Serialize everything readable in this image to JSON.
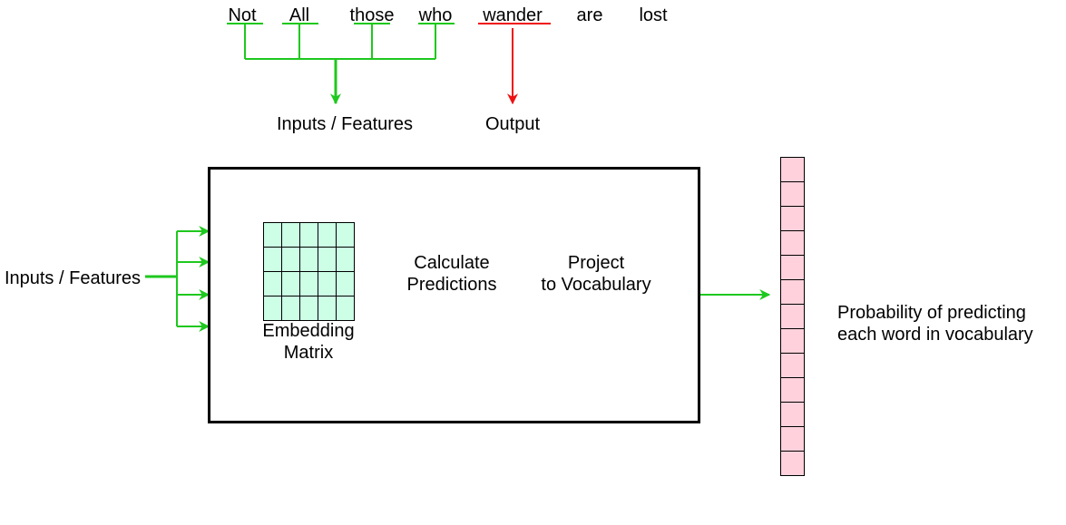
{
  "sentence": {
    "words": [
      "Not",
      "All",
      "those",
      "who",
      "wander",
      "are",
      "lost"
    ],
    "input_word_count": 4,
    "output_word_index": 4
  },
  "labels": {
    "top_inputs": "Inputs / Features",
    "top_output": "Output",
    "left_inputs": "Inputs / Features",
    "embedding_line1": "Embedding",
    "embedding_line2": "Matrix",
    "calculate_line1": "Calculate",
    "calculate_line2": "Predictions",
    "project_line1": "Project",
    "project_line2": "to Vocabulary",
    "probability_line1": "Probability of predicting",
    "probability_line2": "each word in vocabulary"
  },
  "embedding_matrix": {
    "rows": 4,
    "cols": 5
  },
  "vocabulary_vector": {
    "cells": 13
  },
  "colors": {
    "input_arrow": "#1ec81e",
    "output_arrow": "#ee1111",
    "matrix_fill": "#ccffe6",
    "vector_fill": "#ffd1dc",
    "box_stroke": "#000000"
  }
}
